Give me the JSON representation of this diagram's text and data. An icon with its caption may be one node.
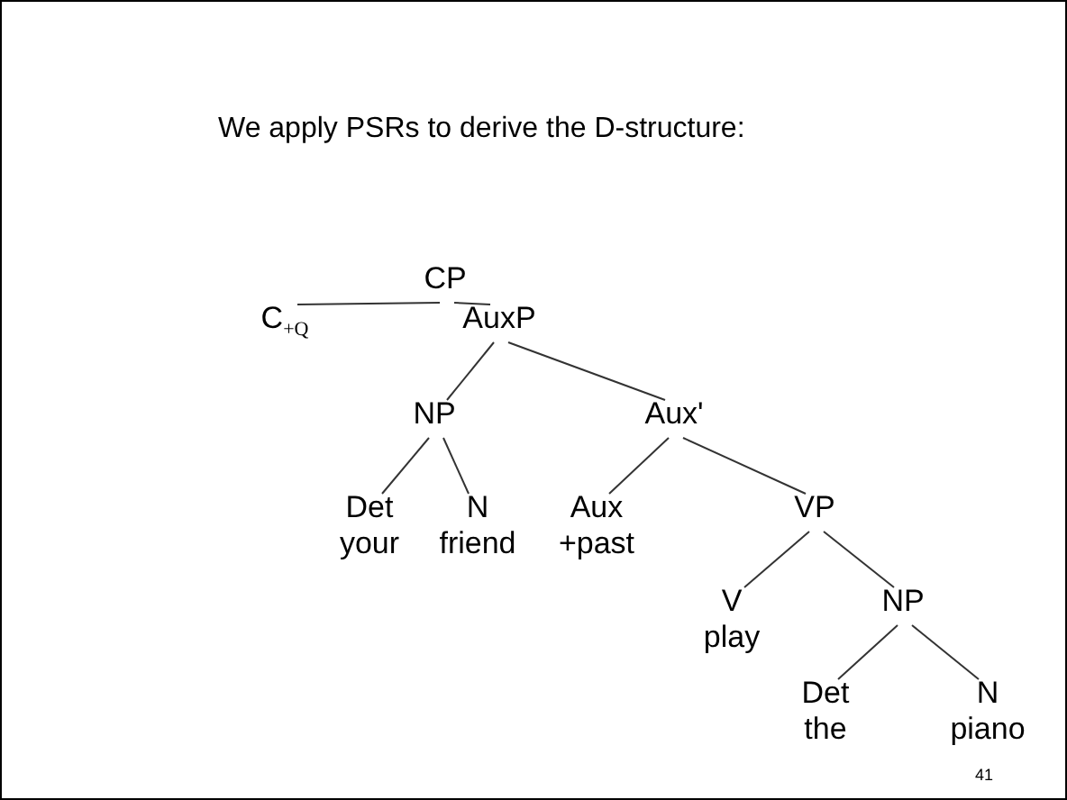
{
  "diagram": {
    "title": "We apply PSRs to derive the D-structure:",
    "nodes": [
      {
        "text": [
          "CP"
        ]
      },
      {
        "text": [
          "C$_{+Q}$"
        ]
      },
      {
        "text": [
          "AuxP"
        ]
      },
      {
        "text": [
          "NP"
        ]
      },
      {
        "text": [
          "Aux'"
        ]
      },
      {
        "text": [
          "Det",
          "your"
        ]
      },
      {
        "text": [
          "N",
          "friend"
        ]
      },
      {
        "text": [
          "Aux",
          "+past"
        ]
      },
      {
        "text": [
          "VP"
        ]
      },
      {
        "text": [
          "V",
          "play"
        ]
      },
      {
        "text": [
          "NP"
        ]
      },
      {
        "text": [
          "Det",
          "the"
        ]
      },
      {
        "text": [
          "N",
          "piano"
        ]
      }
    ],
    "edges": [
      {
        "from": 0,
        "to": 1,
        "arrow": "none"
      },
      {
        "from": 0,
        "to": 2,
        "arrow": "none"
      },
      {
        "from": 2,
        "to": 3,
        "arrow": "none"
      },
      {
        "from": 2,
        "to": 4,
        "arrow": "none"
      },
      {
        "from": 3,
        "to": 5,
        "arrow": "none"
      },
      {
        "from": 3,
        "to": 6,
        "arrow": "none"
      },
      {
        "from": 4,
        "to": 7,
        "arrow": "none"
      },
      {
        "from": 4,
        "to": 8,
        "arrow": "none"
      },
      {
        "from": 8,
        "to": 9,
        "arrow": "none"
      },
      {
        "from": 8,
        "to": 10,
        "arrow": "none"
      },
      {
        "from": 10,
        "to": 11,
        "arrow": "none"
      },
      {
        "from": 10,
        "to": 12,
        "arrow": "none"
      }
    ],
    "labels": [
      "41"
    ]
  }
}
